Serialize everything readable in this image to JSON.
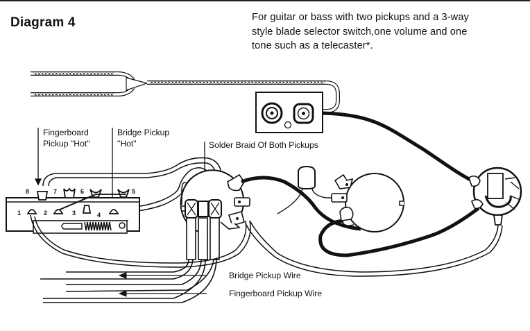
{
  "title": "Diagram 4",
  "description": {
    "lines": [
      "For guitar or bass with two pickups and a 3-way",
      "style blade selector switch,one volume and one",
      "tone such as a telecaster*."
    ]
  },
  "labels": {
    "fingerboard_hot": [
      "Fingerboard",
      "Pickup \"Hot\""
    ],
    "bridge_hot": [
      "Bridge Pickup",
      "\"Hot\""
    ],
    "solder_braid": "Solder Braid Of Both Pickups",
    "bridge_wire": "Bridge Pickup Wire",
    "fingerboard_wire": "Fingerboard Pickup Wire"
  },
  "switch_terminals": {
    "top": [
      "8",
      "7",
      "6",
      "5"
    ],
    "bottom": [
      "1",
      "2",
      "3",
      "4"
    ]
  },
  "components": [
    {
      "id": "output-jack-plate",
      "name": "Output jack plate"
    },
    {
      "id": "blade-selector-switch",
      "name": "3-way blade selector switch"
    },
    {
      "id": "volume-pot",
      "name": "Volume potentiometer"
    },
    {
      "id": "capacitor",
      "name": "Tone capacitor"
    },
    {
      "id": "tone-pot",
      "name": "Tone potentiometer"
    },
    {
      "id": "output-jack",
      "name": "Output jack"
    },
    {
      "id": "shielded-cable",
      "name": "Shielded braided cable"
    }
  ],
  "colors": {
    "ink": "#111111",
    "paper": "#ffffff"
  }
}
